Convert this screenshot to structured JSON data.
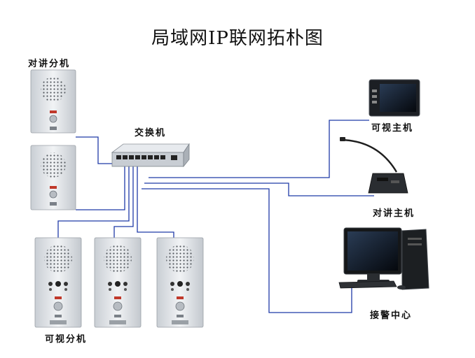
{
  "diagram": {
    "title": "局域网IP联网拓朴图",
    "labels": {
      "intercom_extension": "对讲分机",
      "switch": "交换机",
      "video_host": "可视主机",
      "intercom_host": "对讲主机",
      "alarm_center": "接警中心",
      "video_extension": "可视分机"
    }
  },
  "colors": {
    "link": "#1f3aa8",
    "panel": "#d9dde2",
    "switch_body": "#c8cdd3"
  }
}
